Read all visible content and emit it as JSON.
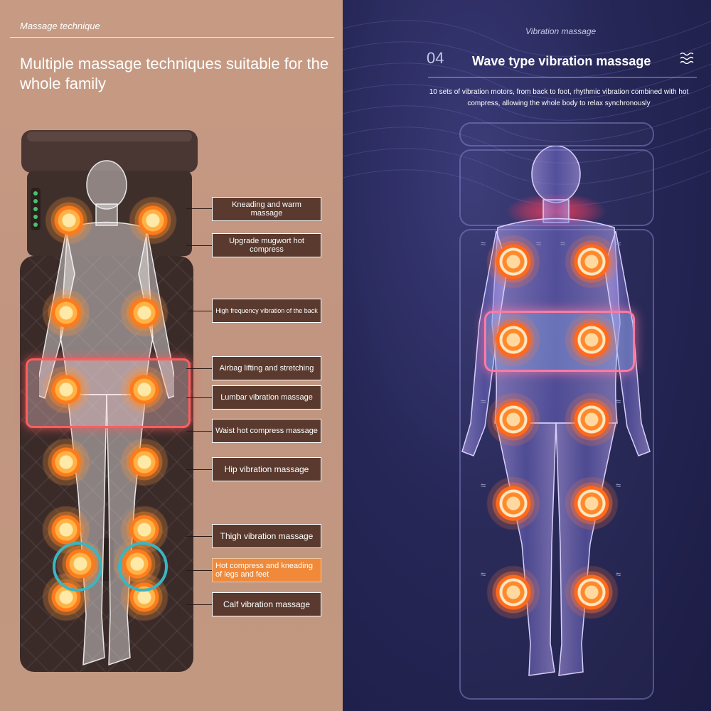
{
  "left": {
    "section_label": "Massage technique",
    "title": "Multiple massage techniques suitable for the whole family",
    "labels": [
      "Kneading and warm massage",
      "Upgrade mugwort hot compress",
      "High frequency vibration of the back",
      "Airbag lifting and stretching",
      "Lumbar vibration massage",
      "Waist hot compress massage",
      "Hip vibration massage",
      "Thigh vibration massage",
      "Hot compress and kneading of legs and feet",
      "Calf vibration massage"
    ]
  },
  "right": {
    "section_label": "Vibration massage",
    "number": "04",
    "title": "Wave type vibration massage",
    "description": "10 sets of vibration motors, from back to foot, rhythmic vibration combined with hot compress, allowing the whole body to relax synchronously",
    "icon": "wave-lines-icon"
  },
  "colors": {
    "left_bg": "#c49a83",
    "right_bg": "#262757",
    "label_bg": "#5a3a2e",
    "label_highlight": "#f08a3a",
    "heat_orange": "#ff7a1a"
  }
}
